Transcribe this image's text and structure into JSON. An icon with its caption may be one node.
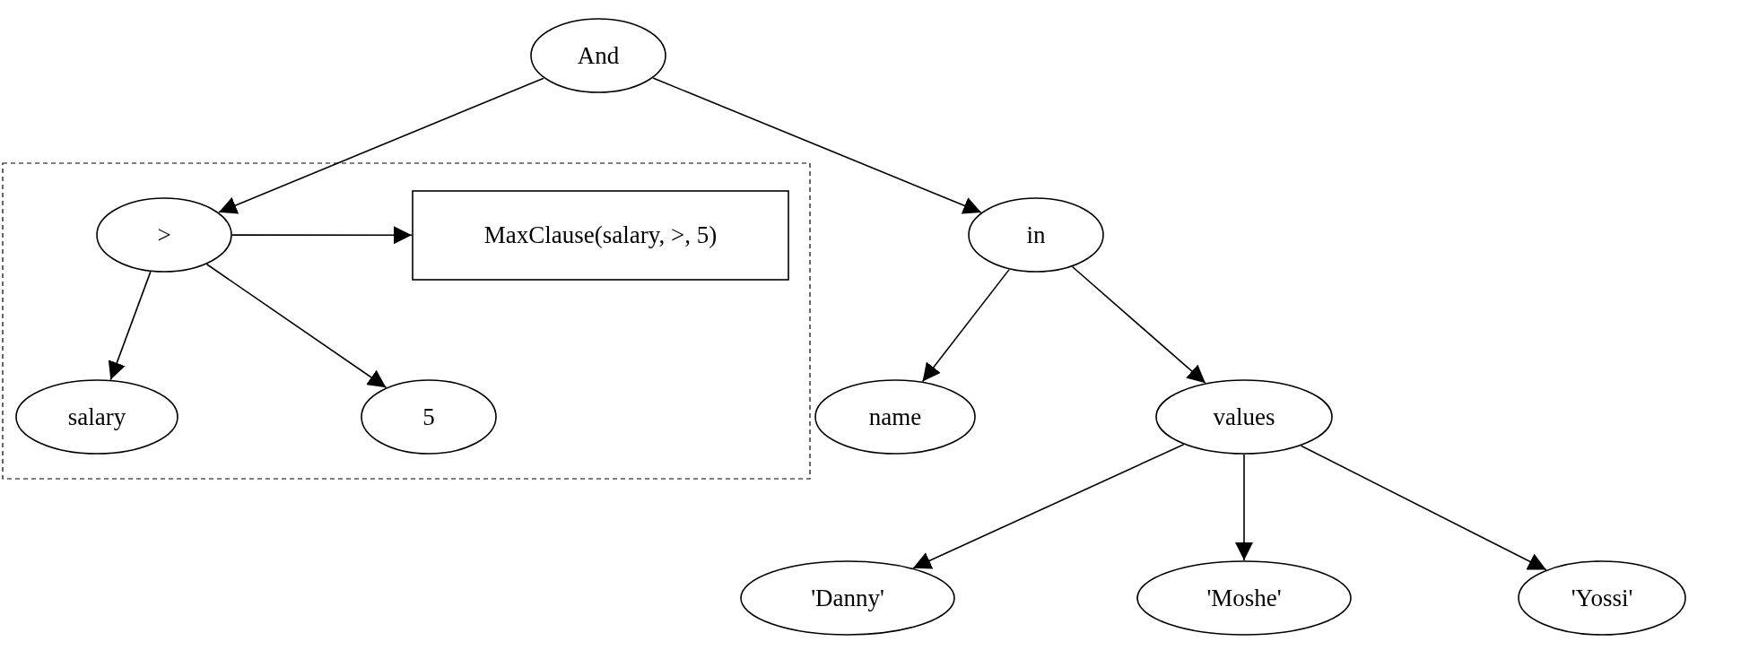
{
  "diagram": {
    "nodes": [
      {
        "text": [
          "And"
        ]
      },
      {
        "text": [],
        "shape": "box"
      },
      {
        "text": [
          ">"
        ],
        "in": 1
      },
      {
        "text": [
          "MaxClause(salary, >, 5)"
        ],
        "in": 1
      },
      {
        "text": [
          "salary"
        ],
        "in": 1
      },
      {
        "text": [
          "5"
        ],
        "in": 1
      },
      {
        "text": [
          "in"
        ]
      },
      {
        "text": [
          "name"
        ]
      },
      {
        "text": [
          "values"
        ]
      },
      {
        "text": [
          "'Danny'"
        ]
      },
      {
        "text": [
          "'Moshe'"
        ]
      },
      {
        "text": [
          "'Yossi'"
        ]
      }
    ],
    "edges": [
      {
        "from": 0,
        "to": 2,
        "arrow": "to"
      },
      {
        "from": 2,
        "to": 3,
        "arrow": "to"
      },
      {
        "from": 2,
        "to": 4,
        "arrow": "to"
      },
      {
        "from": 2,
        "to": 5,
        "arrow": "to"
      },
      {
        "from": 0,
        "to": 6,
        "arrow": "to"
      },
      {
        "from": 6,
        "to": 7,
        "arrow": "to"
      },
      {
        "from": 6,
        "to": 8,
        "arrow": "to"
      },
      {
        "from": 8,
        "to": 9,
        "arrow": "to"
      },
      {
        "from": 8,
        "to": 10,
        "arrow": "to"
      },
      {
        "from": 8,
        "to": 11,
        "arrow": "to"
      }
    ]
  }
}
